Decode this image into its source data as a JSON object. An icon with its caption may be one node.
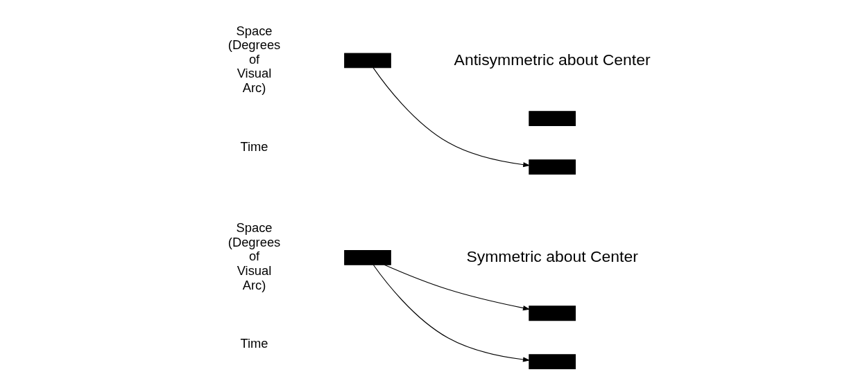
{
  "diagram": {
    "nodes": [
      {
        "text": [],
        "shape": "bar"
      },
      {
        "text": [],
        "shape": "bar"
      },
      {
        "text": [],
        "shape": "bar"
      },
      {
        "text": [],
        "shape": "bar"
      },
      {
        "text": [],
        "shape": "bar"
      },
      {
        "text": [],
        "shape": "bar"
      }
    ],
    "edges": [
      {
        "from": 0,
        "to": 1,
        "arrow": "to"
      },
      {
        "from": 0,
        "to": 2,
        "arrow": "to"
      },
      {
        "from": 4,
        "to": 5,
        "arrow": "to"
      }
    ],
    "labels": [
      "Symmetric about Center",
      "Antisymmetric about Center",
      "Space (Degrees of Visual Arc)",
      "Time",
      "Space (Degrees of Visual Arc)",
      "Time"
    ]
  }
}
